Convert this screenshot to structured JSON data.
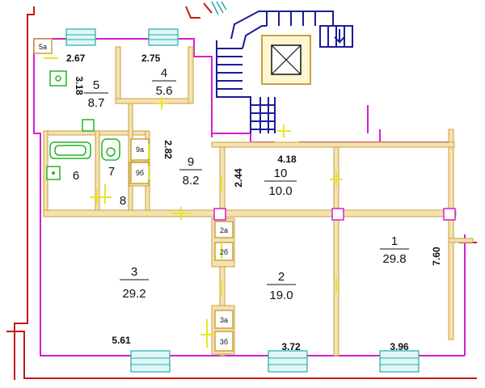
{
  "rooms": [
    {
      "id": "1",
      "number": "1",
      "area": "29.8"
    },
    {
      "id": "2",
      "number": "2",
      "area": "19.0"
    },
    {
      "id": "3",
      "number": "3",
      "area": "29.2"
    },
    {
      "id": "4",
      "number": "4",
      "area": "5.6"
    },
    {
      "id": "5",
      "number": "5",
      "area": "8.7"
    },
    {
      "id": "6",
      "number": "6",
      "area": ""
    },
    {
      "id": "7",
      "number": "7",
      "area": ""
    },
    {
      "id": "8",
      "number": "8",
      "area": ""
    },
    {
      "id": "9",
      "number": "9",
      "area": "8.2"
    },
    {
      "id": "10",
      "number": "10",
      "area": "10.0"
    }
  ],
  "small_rooms": {
    "r5a": "5a",
    "r9a": "9a",
    "r9b": "9б",
    "r2a": "2a",
    "r2b": "2б",
    "r3a": "3a",
    "r3b": "3б"
  },
  "dimensions": {
    "d267": "2.67",
    "d275": "2.75",
    "d318": "3.18",
    "d282": "2.82",
    "d244": "2.44",
    "d418": "4.18",
    "d760": "7.60",
    "d561": "5.61",
    "d372": "3.72",
    "d396": "3.96"
  },
  "colors": {
    "wall": "#c9a23c",
    "wall_fill": "#f4e2b0",
    "outline": "#d21fd2",
    "exterior": "#c41818",
    "window": "#2aa9a9",
    "door": "#e6e62a",
    "stairs": "#1b1b9a",
    "fixtures": "#24b424"
  }
}
